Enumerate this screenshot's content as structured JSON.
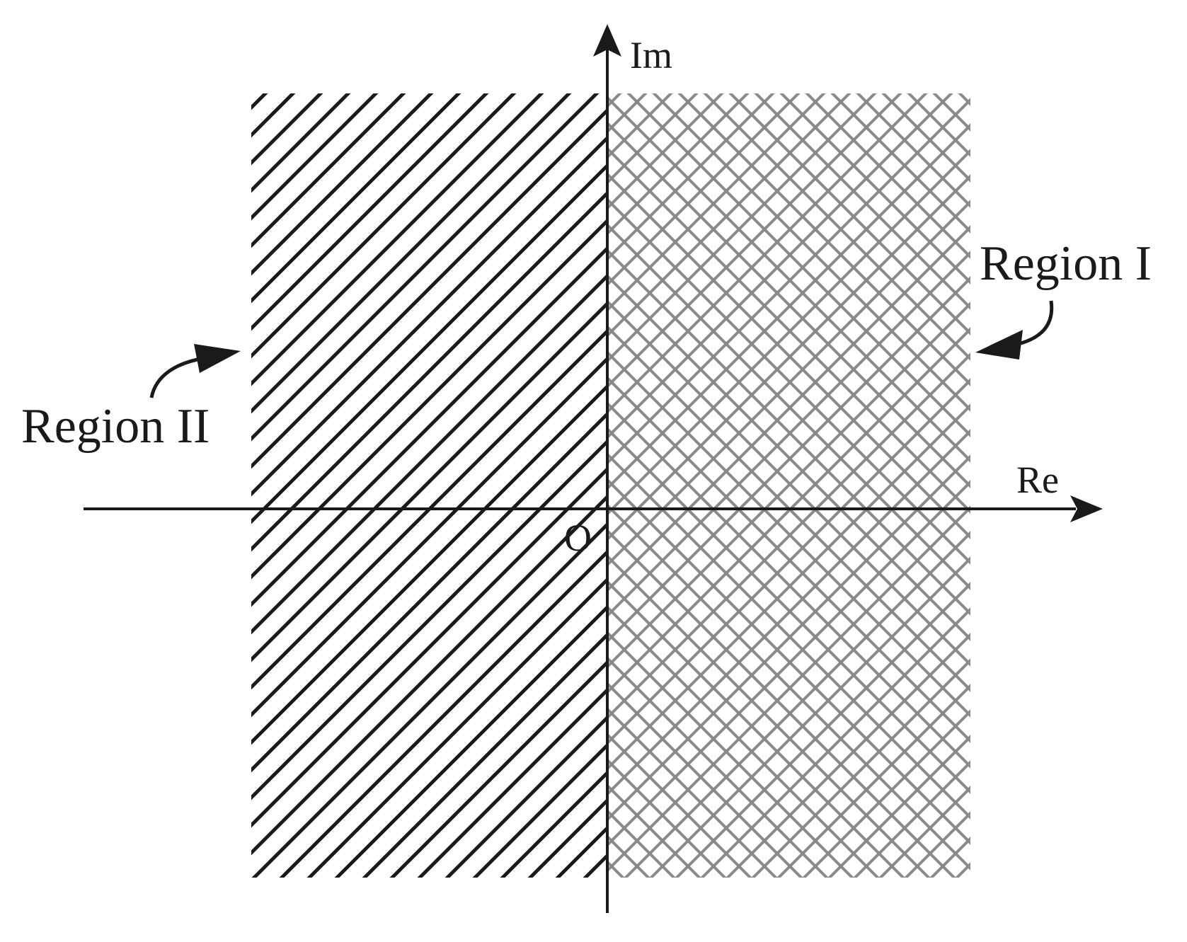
{
  "axes": {
    "x_label": "Re",
    "y_label": "Im",
    "origin_label": "O"
  },
  "regions": [
    {
      "label": "Region I",
      "fill": "crosshatch",
      "color": "#8a8a8a"
    },
    {
      "label": "Region II",
      "fill": "diagonal-hatch",
      "color": "#1a1a1a"
    }
  ],
  "colors": {
    "axis": "#1a1a1a",
    "background": "#ffffff"
  }
}
